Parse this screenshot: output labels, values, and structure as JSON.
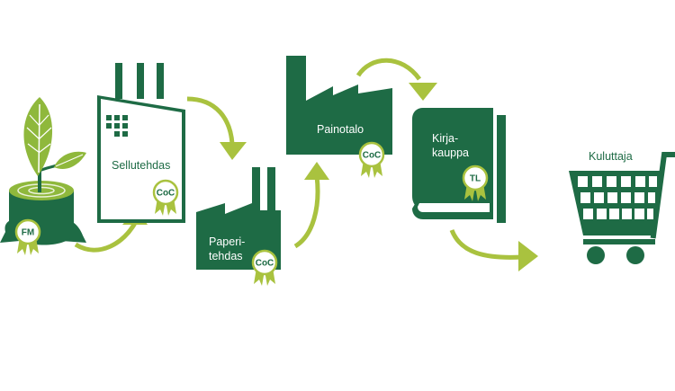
{
  "colors": {
    "dark_green": "#1e6b45",
    "light_green": "#a9c23f",
    "leaf_green": "#8fb83c",
    "white": "#ffffff",
    "label_dark": "#1e6b45"
  },
  "stages": [
    {
      "id": "forest",
      "icon": "tree-stump-icon",
      "badge": "FM"
    },
    {
      "id": "pulp_mill",
      "icon": "factory-icon",
      "label": "Sellutehdas",
      "badge": "CoC"
    },
    {
      "id": "paper_mill",
      "icon": "factory-icon",
      "label_line1": "Paperi-",
      "label_line2": "tehdas",
      "badge": "CoC"
    },
    {
      "id": "printing_house",
      "icon": "factory-icon",
      "label": "Painotalo",
      "badge": "CoC"
    },
    {
      "id": "bookstore",
      "icon": "book-icon",
      "label_line1": "Kirja-",
      "label_line2": "kauppa",
      "badge": "TL"
    },
    {
      "id": "consumer",
      "icon": "shopping-cart-icon",
      "label": "Kuluttaja"
    }
  ]
}
